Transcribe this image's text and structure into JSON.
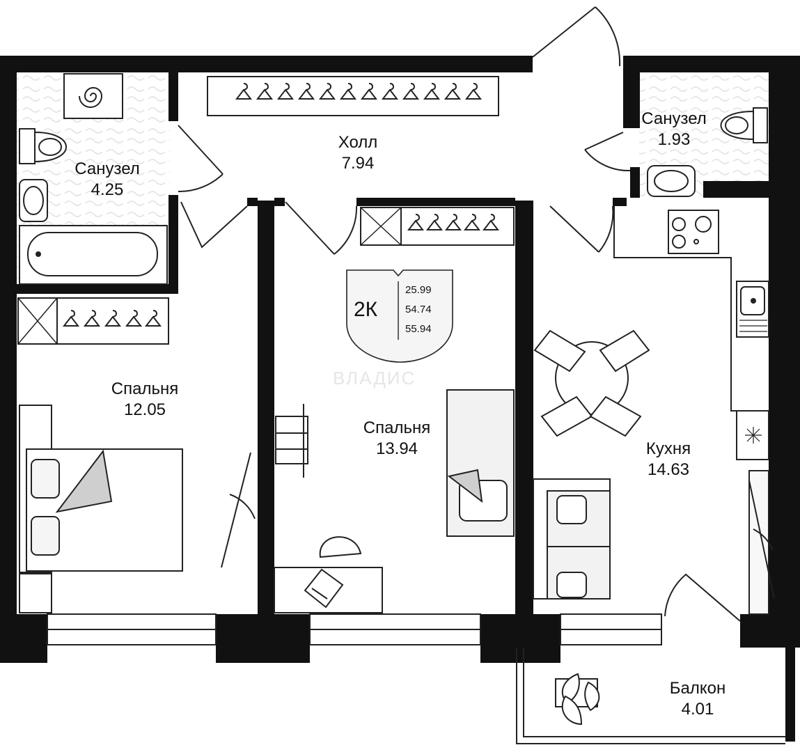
{
  "rooms": [
    {
      "id": "bath-main",
      "name": "Санузел",
      "area": "4.25"
    },
    {
      "id": "hall",
      "name": "Холл",
      "area": "7.94"
    },
    {
      "id": "bath-small",
      "name": "Санузел",
      "area": "1.93"
    },
    {
      "id": "bedroom-left",
      "name": "Спальня",
      "area": "12.05"
    },
    {
      "id": "bedroom-center",
      "name": "Спальня",
      "area": "13.94"
    },
    {
      "id": "kitchen",
      "name": "Кухня",
      "area": "14.63"
    },
    {
      "id": "balcony",
      "name": "Балкон",
      "area": "4.01"
    }
  ],
  "badge": {
    "type": "2К",
    "area_living": "25.99",
    "area_total": "54.74",
    "area_with_balcony": "55.94"
  },
  "watermark": "ВЛАДИС",
  "colors": {
    "wall": "#111111",
    "line": "#222222",
    "fill_gray": "#cfcfcf",
    "fill_light": "#f2f2f2",
    "tile": "#e8e8e8"
  },
  "icons": [
    "toilet-icon",
    "sink-icon",
    "bathtub-icon",
    "washing-machine-icon",
    "hanger-icon",
    "bed-icon",
    "desk-icon",
    "chair-icon",
    "laptop-icon",
    "dining-table-icon",
    "sofa-icon",
    "stove-icon",
    "kitchen-sink-icon",
    "plant-icon",
    "door-icon"
  ]
}
